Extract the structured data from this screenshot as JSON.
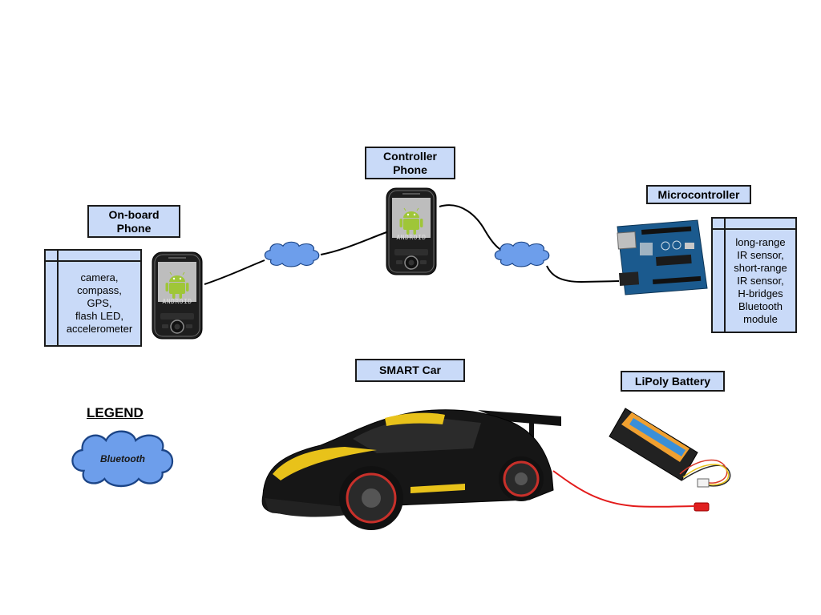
{
  "diagram": {
    "nodes": {
      "onboard_phone": {
        "label": "On-board\nPhone",
        "features": [
          "camera,",
          "compass,",
          "GPS,",
          "flash LED,",
          "accelerometer"
        ]
      },
      "controller_phone": {
        "label": "Controller\nPhone"
      },
      "microcontroller": {
        "label": "Microcontroller",
        "features": [
          "long-range",
          "IR sensor,",
          "short-range",
          "IR sensor,",
          "H-bridges",
          "Bluetooth",
          "module"
        ]
      },
      "smart_car": {
        "label": "SMART Car"
      },
      "lipoly_battery": {
        "label": "LiPoly Battery"
      }
    },
    "phone_screen_text": "ANDROID",
    "legend": {
      "title": "LEGEND",
      "items": [
        {
          "label": "Bluetooth"
        }
      ]
    },
    "colors": {
      "box_fill": "#c9daf8",
      "cloud_fill": "#6d9eeb",
      "cloud_stroke": "#1c4587",
      "battery_wire": "#e31b1b",
      "car_body": "#161616",
      "car_stripe": "#e8c21a",
      "android_green": "#9fc638",
      "arduino_board": "#1b5a8e"
    }
  }
}
